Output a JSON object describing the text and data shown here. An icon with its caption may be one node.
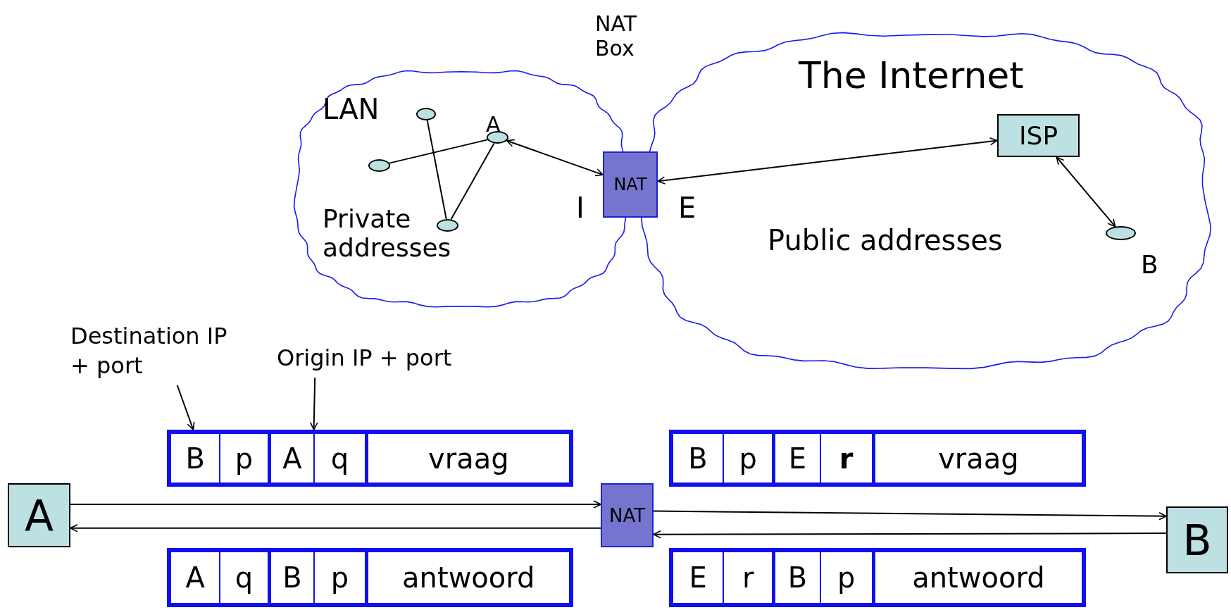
{
  "diagram": {
    "nodes": [
      {
        "text": [
          "LAN",
          "Private addresses"
        ]
      },
      {
        "text": [],
        "shape": "ellipse",
        "in": 0
      },
      {
        "text": [],
        "shape": "ellipse",
        "in": 0,
        "beside": [
          "A"
        ]
      },
      {
        "text": [],
        "shape": "ellipse",
        "in": 0
      },
      {
        "text": [],
        "shape": "ellipse",
        "in": 0
      },
      {
        "text": [
          "NAT"
        ]
      },
      {
        "text": [
          "The Internet",
          "Public addresses"
        ]
      },
      {
        "text": [
          "ISP"
        ],
        "in": 6
      },
      {
        "text": [],
        "shape": "ellipse",
        "in": 6,
        "beside": [
          "B"
        ]
      },
      {
        "text": [
          "Destination IP + port"
        ]
      },
      {
        "text": [
          "Origin IP + port"
        ]
      },
      {
        "text": [
          "B",
          "p",
          "A",
          "q",
          "vraag"
        ]
      },
      {
        "text": [
          "B",
          "p",
          "E",
          "**r**",
          "vraag"
        ]
      },
      {
        "text": [
          "A"
        ]
      },
      {
        "text": [
          "NAT"
        ]
      },
      {
        "text": [
          "B"
        ]
      },
      {
        "text": [
          "A",
          "q",
          "B",
          "p",
          "antwoord"
        ]
      },
      {
        "text": [
          "E",
          "r",
          "B",
          "p",
          "antwoord"
        ]
      }
    ],
    "edges": [
      {
        "from": 3,
        "to": 2,
        "arrow": "none"
      },
      {
        "from": 1,
        "to": 4,
        "arrow": "none"
      },
      {
        "from": 4,
        "to": 2,
        "arrow": "none"
      },
      {
        "from": 2,
        "to": 5,
        "arrow": "both"
      },
      {
        "from": 5,
        "to": 7,
        "arrow": "both"
      },
      {
        "from": 7,
        "to": 8,
        "arrow": "both"
      },
      {
        "from": 9,
        "to": 11,
        "arrow": "to"
      },
      {
        "from": 10,
        "to": 11,
        "arrow": "to"
      },
      {
        "from": 13,
        "to": 14,
        "arrow": "to"
      },
      {
        "from": 14,
        "to": 13,
        "arrow": "to"
      },
      {
        "from": 14,
        "to": 15,
        "arrow": "to"
      },
      {
        "from": 15,
        "to": 14,
        "arrow": "to"
      }
    ],
    "labels": [
      "NAT Box",
      "I",
      "E"
    ]
  }
}
